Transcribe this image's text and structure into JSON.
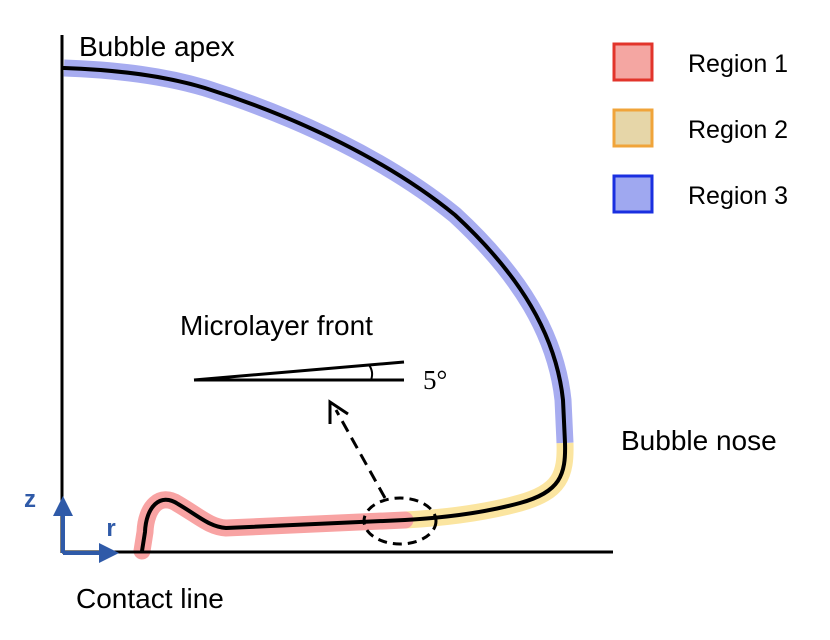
{
  "labels": {
    "bubble_apex": "Bubble apex",
    "bubble_nose": "Bubble nose",
    "contact_line": "Contact line",
    "microlayer_front": "Microlayer front",
    "angle": "5°",
    "z_axis": "z",
    "r_axis": "r"
  },
  "legend": [
    {
      "label": "Region 1",
      "fill": "#f4a6a2",
      "border": "#e2342b"
    },
    {
      "label": "Region 2",
      "fill": "#e6d6a8",
      "border": "#f0a43a"
    },
    {
      "label": "Region 3",
      "fill": "#9fa8f0",
      "border": "#1a2fe0"
    }
  ],
  "colors": {
    "region1_band": "#f8a3a3",
    "region2_band": "#fbe5a0",
    "region3_band": "#a7acf0",
    "axis_arrow": "#2f5aa8",
    "line": "#000000"
  }
}
